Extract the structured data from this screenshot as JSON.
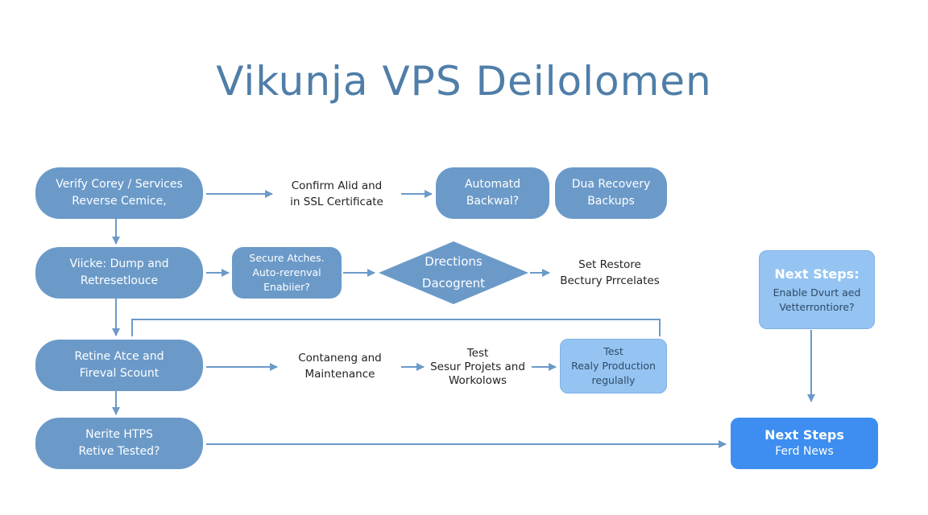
{
  "title": "Vikunja VPS Deilolomen",
  "nodes": {
    "n1": [
      "Verify Corey / Services",
      "Reverse Cemice,"
    ],
    "t1": [
      "Confirm Alid and",
      "in SSL Certificate"
    ],
    "n2": [
      "Automatd",
      "Backwal?"
    ],
    "n3": [
      "Dua Recovery",
      "Backups"
    ],
    "n4": [
      "Viicke: Dump and",
      "Retresetlouce"
    ],
    "n5": [
      "Secure Atches.",
      "Auto-rerenval",
      "Enabiier?"
    ],
    "diamond": [
      "Drections",
      "Dacogrent"
    ],
    "t2": [
      "Set Restore",
      "Bectury Prrcelates"
    ],
    "n6": [
      "Next Steps:",
      "Enable Dvurt aed",
      "Vetterrontiore?"
    ],
    "n7": [
      "Retine Atce and",
      "Fireval Scount"
    ],
    "t3": [
      "Contaneng and",
      "Maintenance"
    ],
    "t4": [
      "Test",
      "Sesur Projets and",
      "Workolows"
    ],
    "n8": [
      "Test",
      "Realy Production",
      "regulally"
    ],
    "n9": [
      "Nerite HTPS",
      "Retive Tested?"
    ],
    "n10": [
      "Next Steps",
      "Ferd News"
    ]
  },
  "colors": {
    "node": "#6b9ac9",
    "light_node": "#95c4f2",
    "accent_node": "#3d8ef0",
    "arrow": "#6b9ac9",
    "title": "#4f7ea8"
  }
}
